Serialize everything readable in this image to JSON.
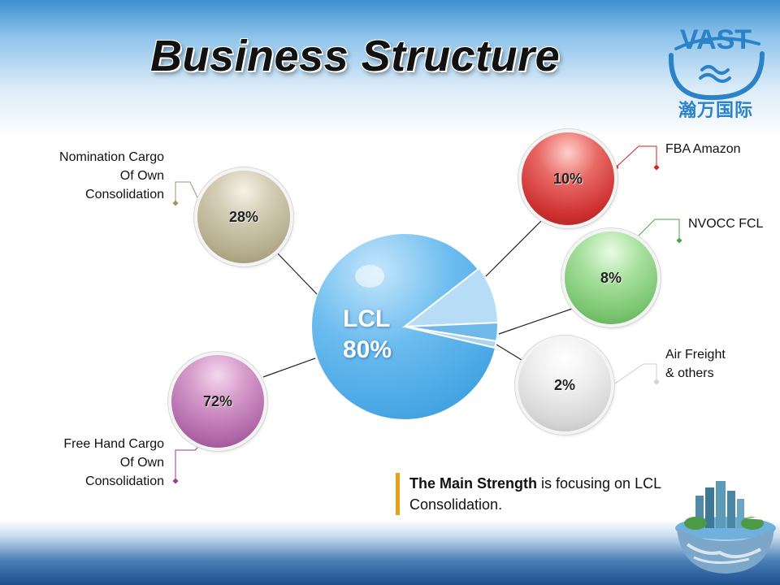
{
  "title": "Business Structure",
  "logo": {
    "text": "VAST",
    "chinese": "瀚万国际",
    "icon": "wave-swoosh-logo"
  },
  "center": {
    "label": "LCL",
    "value": "80%",
    "color": "#5ab0e8"
  },
  "bubbles": {
    "nomination": {
      "label": "Nomination Cargo\nOf Own\nConsolidation",
      "value": "28%",
      "color": "#b5ad8c"
    },
    "free_hand": {
      "label": "Free Hand Cargo\nOf Own\nConsolidation",
      "value": "72%",
      "color": "#b067a8"
    },
    "fba": {
      "label": "FBA Amazon",
      "value": "10%",
      "color": "#cc2f2f"
    },
    "nvocc": {
      "label": "NVOCC FCL",
      "value": "8%",
      "color": "#79c46f"
    },
    "air": {
      "label": "Air Freight\n& others",
      "value": "2%",
      "color": "#d6d6d6"
    }
  },
  "strength": {
    "bold": "The Main Strength",
    "rest": " is focusing on LCL Consolidation.",
    "accent": "#e8a117"
  },
  "decor": {
    "globe": "globe-city-icon"
  }
}
